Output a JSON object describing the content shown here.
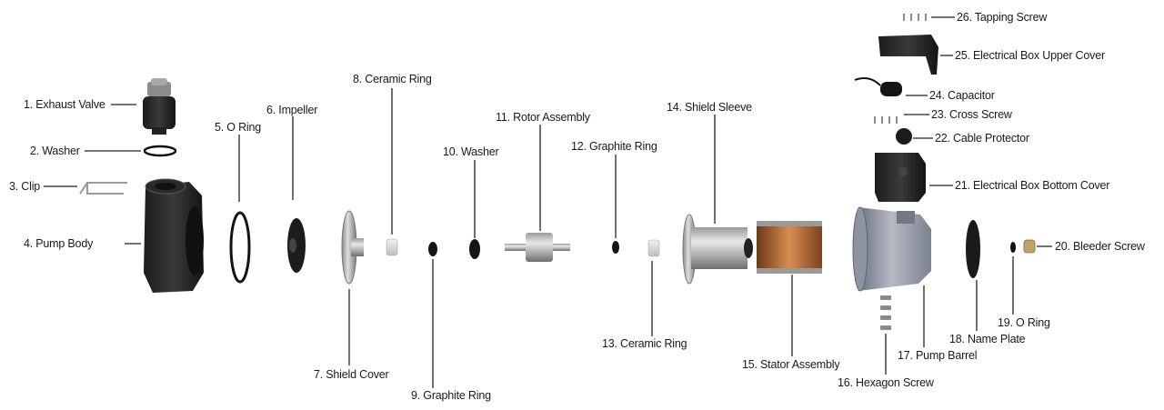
{
  "parts": [
    {
      "id": "exhaust-valve",
      "label": "1. Exhaust Valve"
    },
    {
      "id": "washer-2",
      "label": "2. Washer"
    },
    {
      "id": "clip",
      "label": "3. Clip"
    },
    {
      "id": "pump-body",
      "label": "4. Pump Body"
    },
    {
      "id": "o-ring-5",
      "label": "5. O Ring"
    },
    {
      "id": "impeller",
      "label": "6. Impeller"
    },
    {
      "id": "shield-cover",
      "label": "7. Shield Cover"
    },
    {
      "id": "ceramic-ring-8",
      "label": "8. Ceramic Ring"
    },
    {
      "id": "graphite-ring-9",
      "label": "9. Graphite Ring"
    },
    {
      "id": "washer-10",
      "label": "10. Washer"
    },
    {
      "id": "rotor-assembly",
      "label": "11. Rotor Assembly"
    },
    {
      "id": "graphite-ring-12",
      "label": "12. Graphite Ring"
    },
    {
      "id": "ceramic-ring-13",
      "label": "13. Ceramic Ring"
    },
    {
      "id": "shield-sleeve",
      "label": "14. Shield Sleeve"
    },
    {
      "id": "stator-assembly",
      "label": "15. Stator Assembly"
    },
    {
      "id": "hexagon-screw",
      "label": "16. Hexagon Screw"
    },
    {
      "id": "pump-barrel",
      "label": "17. Pump Barrel"
    },
    {
      "id": "name-plate",
      "label": "18. Name Plate"
    },
    {
      "id": "o-ring-19",
      "label": "19. O Ring"
    },
    {
      "id": "bleeder-screw",
      "label": "20. Bleeder Screw"
    },
    {
      "id": "electrical-box-bottom-cover",
      "label": "21. Electrical Box Bottom Cover"
    },
    {
      "id": "cable-protector",
      "label": "22. Cable Protector"
    },
    {
      "id": "cross-screw",
      "label": "23. Cross Screw"
    },
    {
      "id": "capacitor",
      "label": "24. Capacitor"
    },
    {
      "id": "electrical-box-upper-cover",
      "label": "25. Electrical Box Upper Cover"
    },
    {
      "id": "tapping-screw",
      "label": "26. Tapping Screw"
    }
  ]
}
